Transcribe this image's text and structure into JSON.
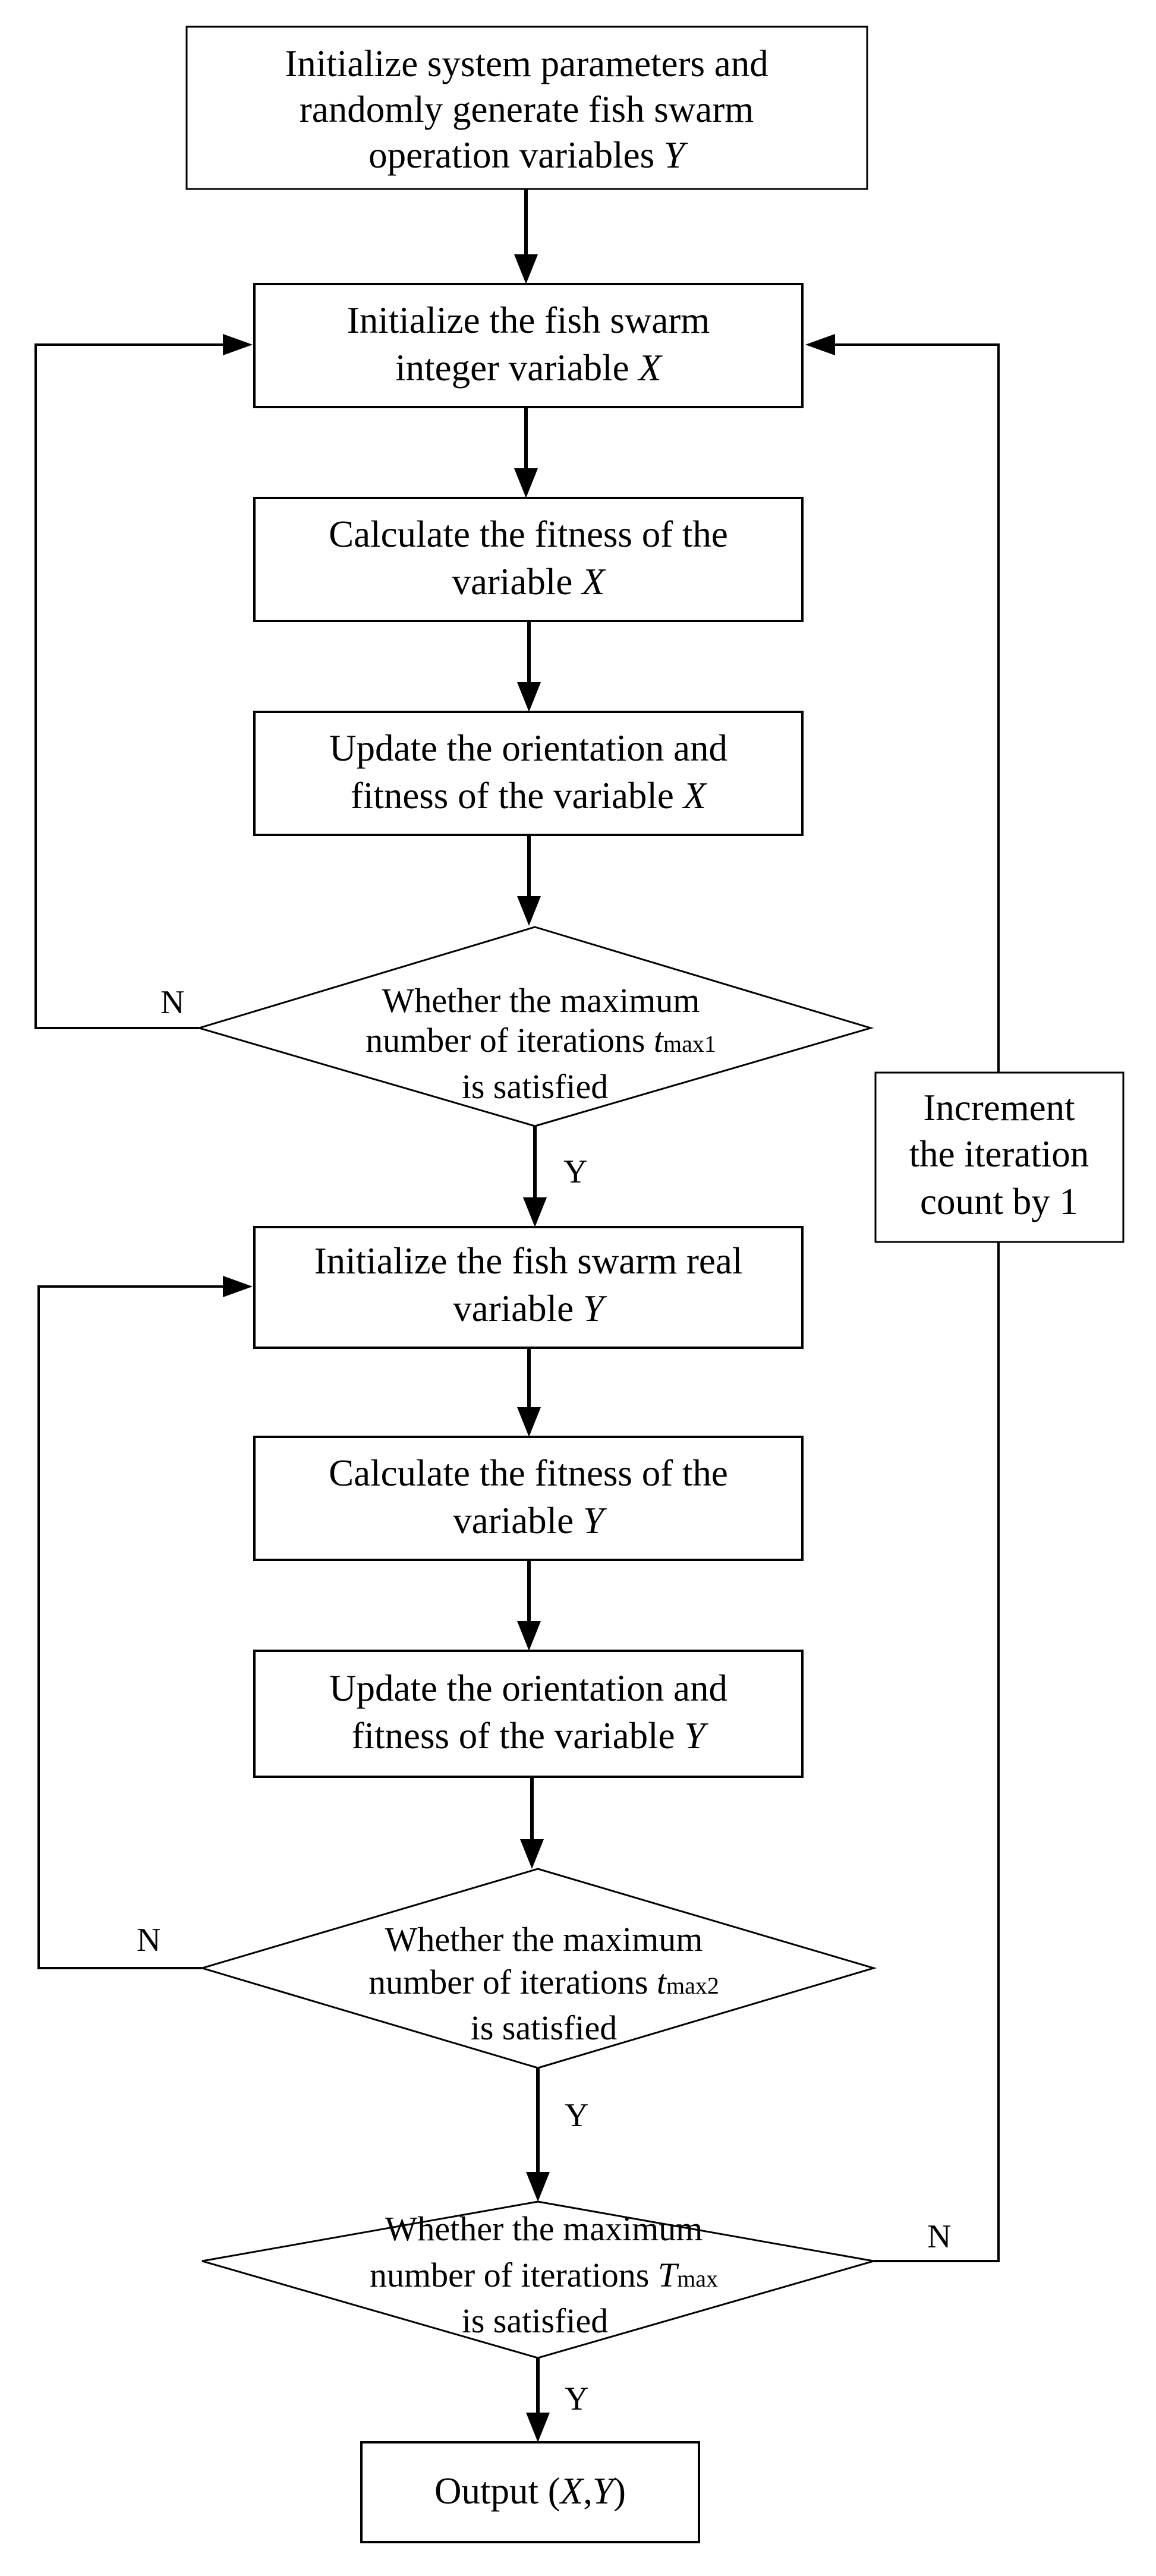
{
  "flowchart": {
    "init_system": {
      "line1": "Initialize system parameters and",
      "line2": "randomly generate fish swarm",
      "line3_prefix": "operation variables ",
      "line3_var": "Y"
    },
    "init_integer": {
      "line1": "Initialize the fish swarm",
      "line2_prefix": "integer variable ",
      "line2_var": "X"
    },
    "calc_fitness_x": {
      "line1": "Calculate the fitness of the",
      "line2_prefix": "variable ",
      "line2_var": "X"
    },
    "update_x": {
      "line1": "Update the orientation and",
      "line2_prefix": "fitness of the variable ",
      "line2_var": "X"
    },
    "decision_tmax1": {
      "line1": "Whether the maximum",
      "line2_prefix": "number of iterations ",
      "line2_var": "t",
      "line2_sub": "max1",
      "line3": "is satisfied"
    },
    "init_real": {
      "line1": "Initialize the fish swarm real",
      "line2_prefix": "variable ",
      "line2_var": "Y"
    },
    "calc_fitness_y": {
      "line1": "Calculate the fitness of the",
      "line2_prefix": "variable ",
      "line2_var": "Y"
    },
    "update_y": {
      "line1": "Update the orientation and",
      "line2_prefix": "fitness of the variable ",
      "line2_var": "Y"
    },
    "decision_tmax2": {
      "line1": "Whether the maximum",
      "line2_prefix": "number of iterations ",
      "line2_var": "t",
      "line2_sub": "max2",
      "line3": "is satisfied"
    },
    "decision_Tmax": {
      "line1": "Whether the maximum",
      "line2_prefix": "number of iterations ",
      "line2_var": "T",
      "line2_sub": "max",
      "line3": "is satisfied"
    },
    "increment": {
      "line1": "Increment",
      "line2": "the iteration",
      "line3": "count by 1"
    },
    "output": {
      "prefix": "Output (",
      "var1": "X",
      "sep": ",",
      "var2": "Y",
      "suffix": ")"
    },
    "labels": {
      "no": "N",
      "yes": "Y"
    }
  }
}
